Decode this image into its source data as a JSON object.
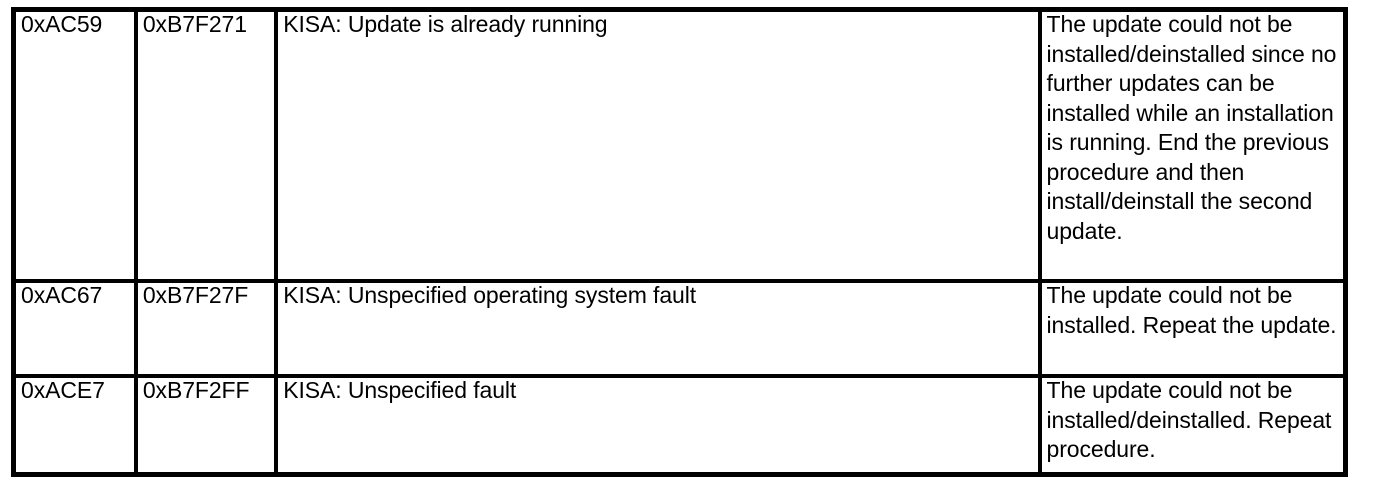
{
  "table": {
    "name": "error-code-table",
    "columns": [
      "error_code_hex",
      "alternate_code_hex",
      "message",
      "description"
    ],
    "rows": [
      {
        "error_code_hex": "0xAC59",
        "alternate_code_hex": "0xB7F271",
        "message": "KISA: Update is already running",
        "description": "The update could not be installed/deinstalled since no further updates can be installed while an installation is running. End the previous procedure and then install/deinstall the second update."
      },
      {
        "error_code_hex": "0xAC67",
        "alternate_code_hex": "0xB7F27F",
        "message": "KISA: Unspecified operating system fault",
        "description": "The update could not be installed. Repeat the update."
      },
      {
        "error_code_hex": "0xACE7",
        "alternate_code_hex": "0xB7F2FF",
        "message": "KISA: Unspecified fault",
        "description": "The update could not be installed/deinstalled. Repeat procedure."
      }
    ]
  },
  "colors": {
    "background": "#ffffff",
    "text": "#000000",
    "border": "#000000"
  }
}
